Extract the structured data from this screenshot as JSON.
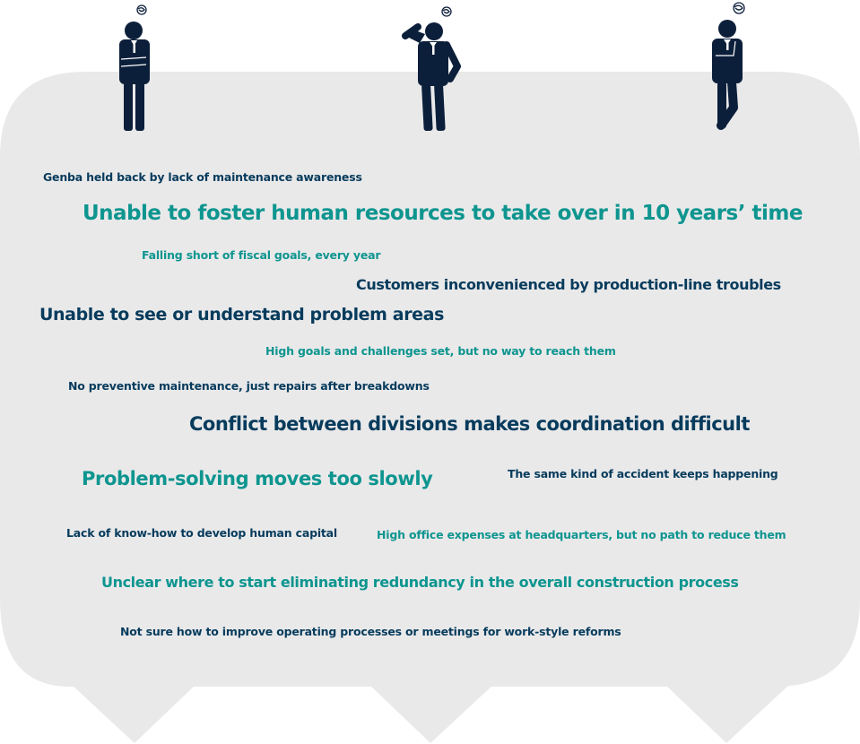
{
  "colors": {
    "bubble": "#e9e9ea",
    "navy": "#073b5c",
    "teal": "#0e958f",
    "figure": "#0c1f3a"
  },
  "figures": [
    {
      "icon": "worried-businessman-arms-crossed-icon"
    },
    {
      "icon": "worried-businessman-scratching-head-icon"
    },
    {
      "icon": "worried-businessman-hand-on-chin-icon"
    }
  ],
  "concerns": [
    {
      "text": "Genba held back by lack of maintenance awareness",
      "color": "navy"
    },
    {
      "text": "Unable to foster human resources to take over in 10 years’ time",
      "color": "teal"
    },
    {
      "text": "Falling short of fiscal goals, every year",
      "color": "teal"
    },
    {
      "text": "Customers inconvenienced by production-line troubles",
      "color": "navy"
    },
    {
      "text": "Unable to see or understand problem areas",
      "color": "navy"
    },
    {
      "text": "High goals and challenges set, but no way to reach them",
      "color": "teal"
    },
    {
      "text": "No preventive maintenance, just repairs after breakdowns",
      "color": "navy"
    },
    {
      "text": "Conflict between divisions makes coordination difficult",
      "color": "navy"
    },
    {
      "text": "Problem-solving moves too slowly",
      "color": "teal"
    },
    {
      "text": "The same kind of accident keeps happening",
      "color": "navy"
    },
    {
      "text": "Lack of know-how to develop human capital",
      "color": "navy"
    },
    {
      "text": "High office expenses at headquarters, but no path to reduce them",
      "color": "teal"
    },
    {
      "text": "Unclear where to start eliminating redundancy in the overall construction process",
      "color": "teal"
    },
    {
      "text": "Not sure how to improve operating processes or meetings for work-style reforms",
      "color": "navy"
    }
  ]
}
